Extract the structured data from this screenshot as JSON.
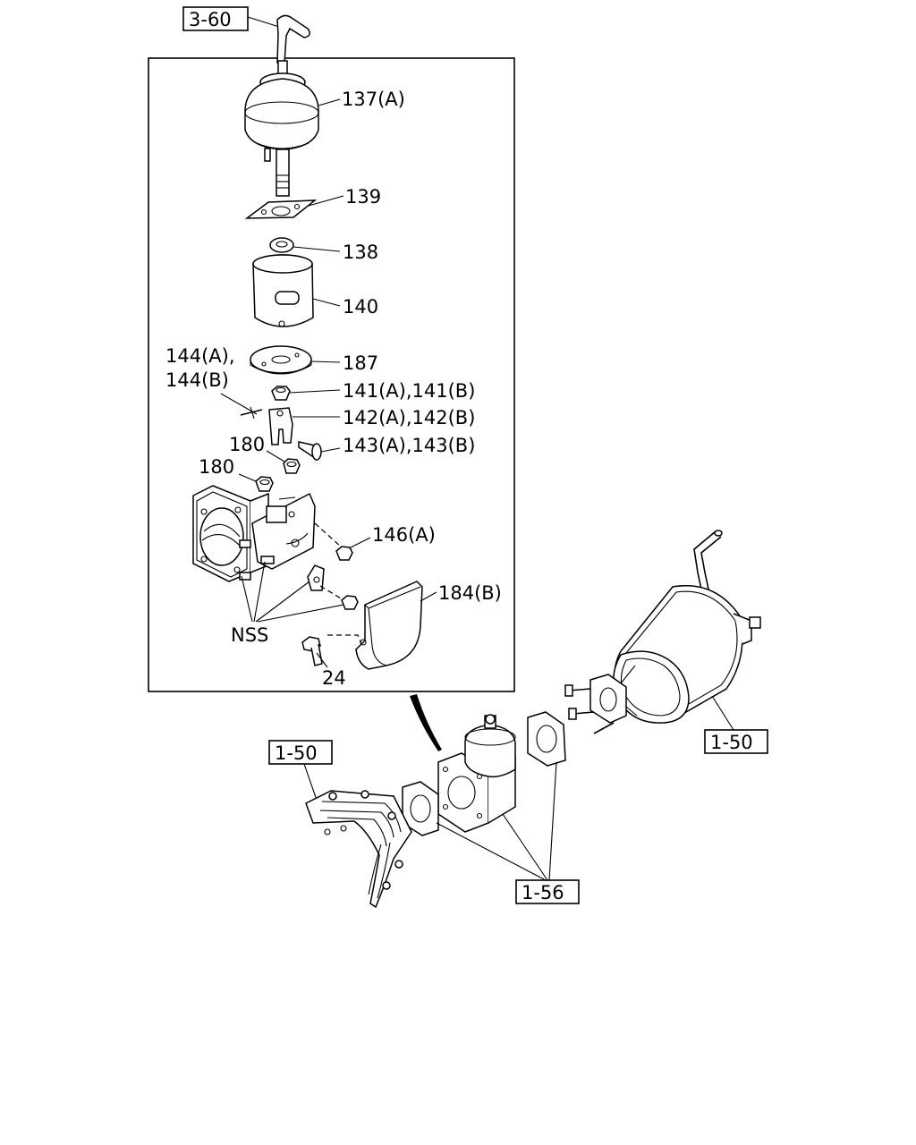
{
  "refs": {
    "r360": "3-60",
    "r150_right": "1-50",
    "r150_left": "1-50",
    "r156": "1-56"
  },
  "callouts": {
    "c137": "137(A)",
    "c139": "139",
    "c138": "138",
    "c140": "140",
    "c187": "187",
    "c144a": "144(A),",
    "c144b": "144(B)",
    "c141": "141(A),141(B)",
    "c142": "142(A),142(B)",
    "c143": "143(A),143(B)",
    "c180a": "180",
    "c180b": "180",
    "c146": "146(A)",
    "c184": "184(B)",
    "cnss": "NSS",
    "c24": "24"
  }
}
